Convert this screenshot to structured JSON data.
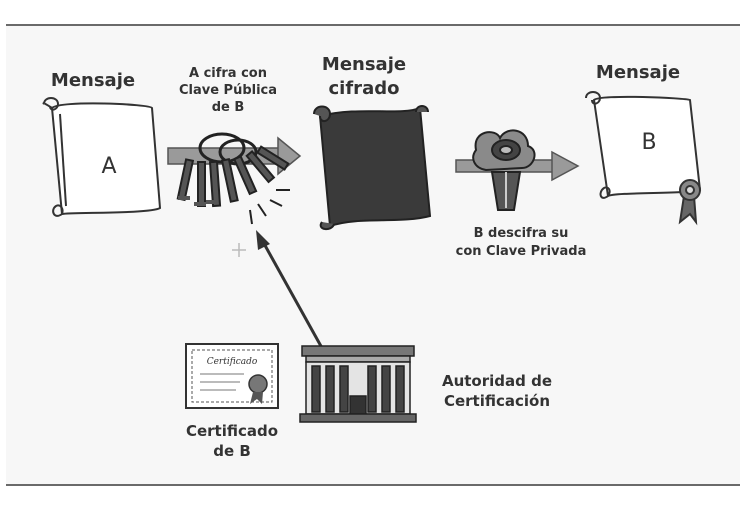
{
  "labels": {
    "mensaje_left": "Mensaje",
    "letter_a": "A",
    "cifra_line1": "A cifra con",
    "cifra_line2": "Clave Pública",
    "cifra_line3": "de B",
    "cifrado_line1": "Mensaje",
    "cifrado_line2": "cifrado",
    "mensaje_right": "Mensaje",
    "letter_b": "B",
    "descifra_line1": "B descifra  su",
    "descifra_line2": "con Clave Privada",
    "autoridad_line1": "Autoridad de",
    "autoridad_line2": "Certificación",
    "certificado_line1": "Certificado",
    "certificado_line2": "de B",
    "cert_doc_title": "Certificado"
  }
}
